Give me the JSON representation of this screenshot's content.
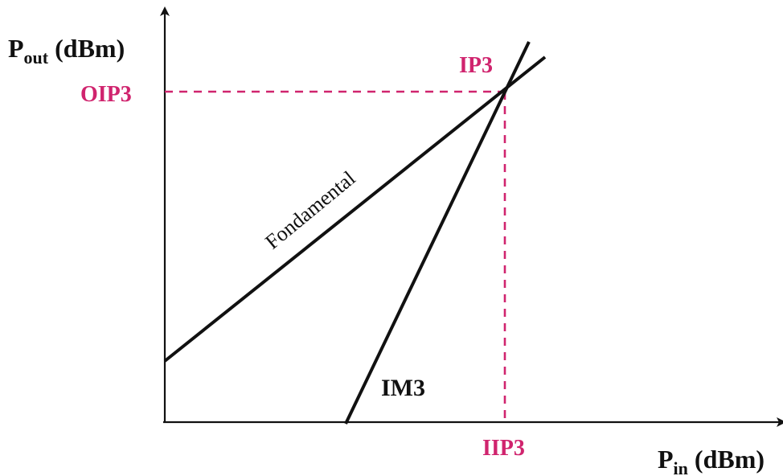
{
  "axes": {
    "y_label": {
      "main": "P",
      "sub": "out",
      "unit": " (dBm)"
    },
    "x_label": {
      "main": "P",
      "sub": "in",
      "unit": " (dBm)"
    }
  },
  "lines": {
    "fundamental": {
      "label": "Fondamental"
    },
    "im3": {
      "label": "IM3"
    }
  },
  "markers": {
    "intercept": "IP3",
    "output_intercept": "OIP3",
    "input_intercept": "IIP3"
  },
  "colors": {
    "ink": "#111111",
    "accent": "#d0246e"
  }
}
